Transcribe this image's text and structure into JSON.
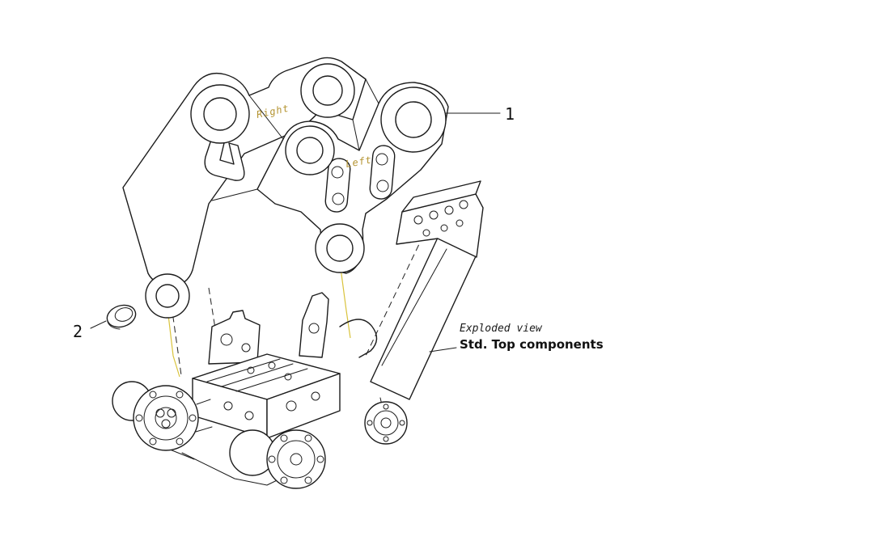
{
  "diagram": {
    "caption": {
      "line1": "Exploded view",
      "line2": "Std. Top components"
    },
    "callouts": [
      {
        "label": "1",
        "part": "top-bracket"
      },
      {
        "label": "2",
        "part": "bushing"
      }
    ],
    "orientation_labels": {
      "right": "Right",
      "left": "Left"
    },
    "colors": {
      "background": "#ffffff",
      "line": "#1c1c1c",
      "orientation_label": "#b3922e",
      "guide_line": "#d9c33c"
    }
  }
}
